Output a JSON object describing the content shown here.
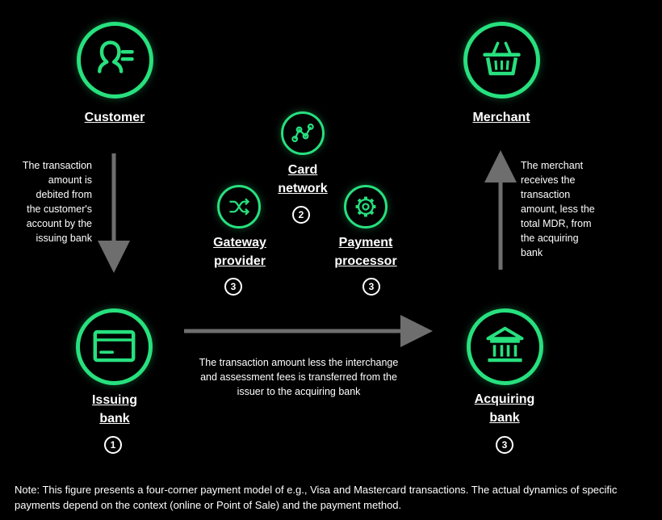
{
  "nodes": {
    "customer": {
      "label": "Customer"
    },
    "merchant": {
      "label": "Merchant"
    },
    "card_network": {
      "label_line1": "Card",
      "label_line2": "network",
      "badge": "2"
    },
    "gateway": {
      "label_line1": "Gateway",
      "label_line2": "provider",
      "badge": "3"
    },
    "processor": {
      "label_line1": "Payment",
      "label_line2": "processor",
      "badge": "3"
    },
    "issuing_bank": {
      "label_line1": "Issuing",
      "label_line2": "bank",
      "badge": "1"
    },
    "acquiring_bank": {
      "label_line1": "Acquiring",
      "label_line2": "bank",
      "badge": "3"
    }
  },
  "flows": {
    "customer_to_issuer": [
      "The transaction",
      "amount is",
      "debited from",
      "the customer's",
      "account by the",
      "issuing bank"
    ],
    "acquirer_to_merchant": [
      "The merchant",
      "receives the",
      "transaction",
      "amount, less the",
      "total MDR, from",
      "the acquiring",
      "bank"
    ],
    "issuer_to_acquirer": [
      "The transaction amount less the interchange",
      "and assessment fees is transferred from the",
      "issuer to the acquiring bank"
    ]
  },
  "note": {
    "line1": "Note: This figure presents a four-corner payment model of e.g., Visa and Mastercard transactions. The actual dynamics of specific",
    "line2": "payments depend on the context (online or Point of Sale) and the payment method."
  },
  "colors": {
    "accent": "#27e07e",
    "arrow": "#6e6e6e",
    "background": "#000000"
  },
  "icons": {
    "customer": "person-list-icon",
    "merchant": "shopping-basket-icon",
    "card_network": "network-nodes-icon",
    "gateway": "shuffle-arrows-icon",
    "processor": "gear-icon",
    "issuing_bank": "credit-card-icon",
    "acquiring_bank": "bank-building-icon"
  }
}
